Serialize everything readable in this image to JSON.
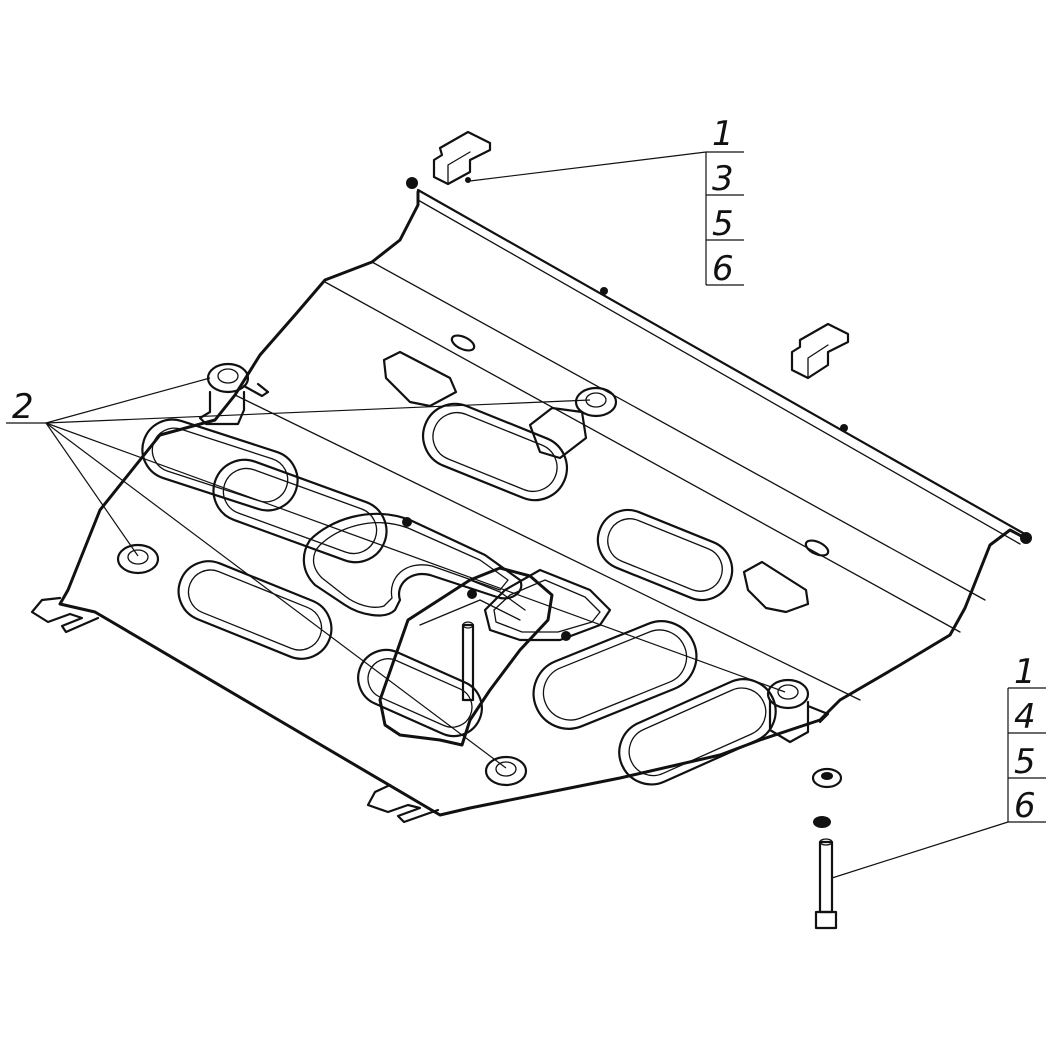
{
  "callouts": {
    "top": {
      "rows": [
        "1",
        "3",
        "5",
        "6"
      ]
    },
    "left": {
      "label": "2"
    },
    "right": {
      "rows": [
        "1",
        "4",
        "5",
        "6"
      ]
    }
  },
  "colors": {
    "ink": "#111111",
    "paper": "#ffffff"
  }
}
